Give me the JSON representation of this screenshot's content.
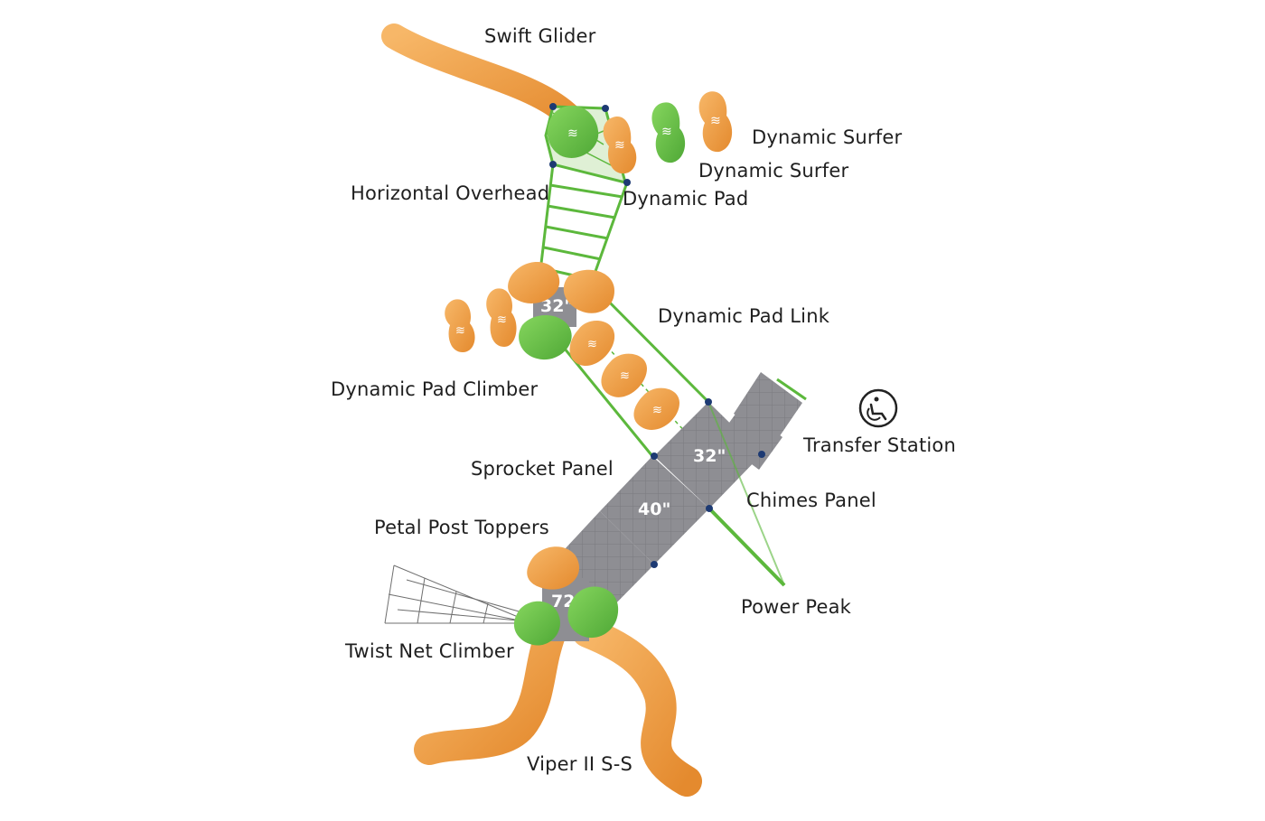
{
  "labels": {
    "swift_glider": "Swift Glider",
    "dynamic_surfer_1": "Dynamic Surfer",
    "dynamic_surfer_2": "Dynamic Surfer",
    "horizontal_overhead": "Horizontal Overhead",
    "dynamic_pad": "Dynamic Pad",
    "dynamic_pad_link": "Dynamic Pad Link",
    "dynamic_pad_climber": "Dynamic Pad Climber",
    "transfer_station": "Transfer Station",
    "sprocket_panel": "Sprocket Panel",
    "chimes_panel": "Chimes Panel",
    "petal_post_toppers": "Petal Post Toppers",
    "power_peak": "Power Peak",
    "twist_net_climber": "Twist Net Climber",
    "viper_slide": "Viper II S-S"
  },
  "decks": {
    "upper": "32\"",
    "middle": "32\"",
    "lower": "40\"",
    "bottom": "72\""
  },
  "icons": {
    "accessibility": "wheelchair-icon"
  },
  "colors": {
    "orange": "#f2a24a",
    "green": "#6cc44a",
    "deck_gray": "#8f8f94",
    "frame_green": "#5cb83c",
    "post_blue": "#1d3a73"
  }
}
